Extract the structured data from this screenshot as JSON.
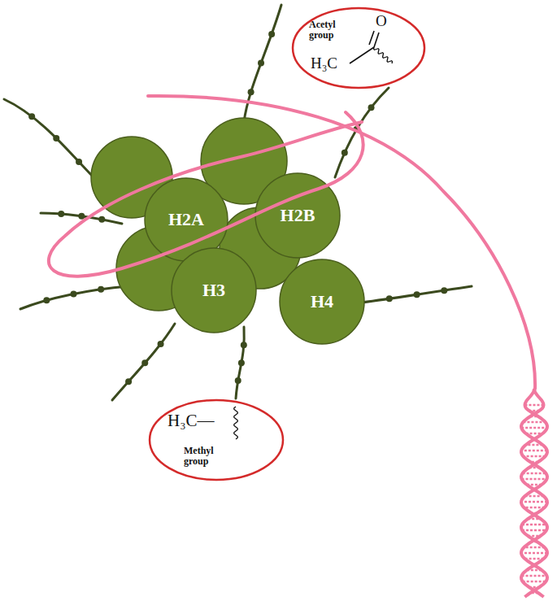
{
  "diagram": {
    "nodes": [
      {
        "text": [
          "Acetyl group",
          "O",
          "H₃C"
        ]
      },
      {
        "text": [
          "H2A"
        ]
      },
      {
        "text": [
          "H2B"
        ]
      },
      {
        "text": [
          "H3"
        ]
      },
      {
        "text": [
          "H4"
        ]
      },
      {
        "text": [
          "H₃C—",
          "Methyl group"
        ]
      }
    ]
  }
}
